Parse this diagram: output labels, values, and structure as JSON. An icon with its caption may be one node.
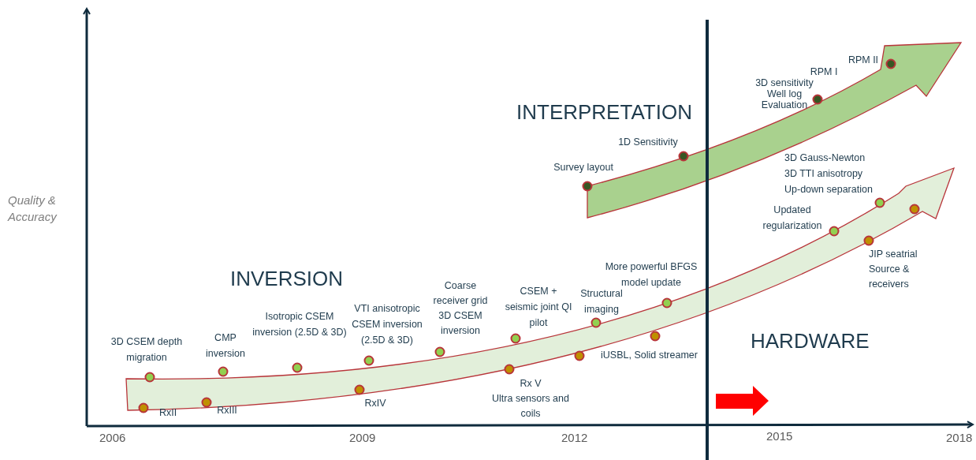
{
  "diagram": {
    "labels": [
      "RPM II",
      "RPM I",
      "3D sensitivity Well log Evaluation",
      "INTERPRETATION",
      "1D Sensitivity",
      "3D Gauss-Newton",
      "3D TTI anisotropy",
      "Up-down separation",
      "Survey layout",
      "Quality & Accuracy",
      "Updated regularization",
      "JIP seatrial Source & receivers",
      "INVERSION",
      "More powerful BFGS model update",
      "Coarse receiver grid 3D CSEM inversion",
      "CSEM + seismic joint QI pilot",
      "Structural imaging",
      "Isotropic CSEM inversion (2.5D & 3D)",
      "VTI anisotropic CSEM inversion (2.5D & 3D)",
      "HARDWARE",
      "3D CSEM depth migration",
      "CMP inversion",
      "Rx V",
      "iUSBL, Solid streamer",
      "Ultra sensors and coils",
      "RxIV",
      "RxII",
      "RxIII",
      "2006",
      "2009",
      "2012",
      "2015",
      "2018"
    ]
  }
}
